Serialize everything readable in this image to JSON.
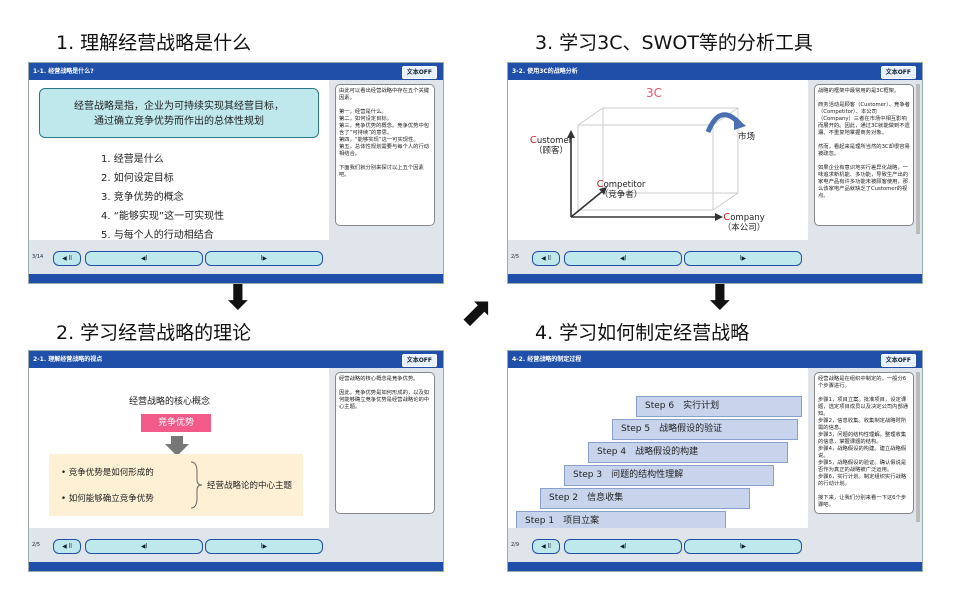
{
  "steps": [
    {
      "title": "1. 理解经营战略是什么"
    },
    {
      "title": "2. 学习经营战略的理论"
    },
    {
      "title": "3. 学习3C、SWOT等的分析工具"
    },
    {
      "title": "4. 学习如何制定经营战略"
    }
  ],
  "panels": {
    "p1": {
      "header": "1-1. 经营战略是什么?",
      "text_off": "文本OFF",
      "banner": "经营战略是指，企业为可持续实现其经营目标，\n通过确立竞争优势而作出的总体性规划",
      "list": [
        "1.  经营是什么",
        "2.  如何设定目标",
        "3.  竞争优势的概念",
        "4.  “能够实现”这一可实现性",
        "5.  与每个人的行动相结合"
      ],
      "note": "由此可以看出经营战略中存在五个关键因素。\n\n第一，经营是什么。\n第二，如何设定目标。\n第三，竞争优势的概念。竞争优势中包含了“可持续”的意思。\n第四，“能够实现”这一可实现性。\n第五，总体性规划需要与每个人的行动相结合。\n\n下面我们就分别来探讨以上五个因素吧。",
      "page": "3/14",
      "play": "◀ ll",
      "prev": "◀l",
      "next": "l▶"
    },
    "p2": {
      "header": "2-1. 理解经营战略的视点",
      "text_off": "文本OFF",
      "core_title": "经营战略的核心概念",
      "pink": "竞争优势",
      "bullets": [
        "竞争优势是如何形成的",
        "如何能够确立竞争优势"
      ],
      "central": "经营战略论的中心主题",
      "note": "经营战略的核心概念是竞争优势。\n\n因此，竞争优势是如何形成的，以及如何能够确立竞争优势是经营战略论的中心主题。",
      "page": "2/5",
      "play": "◀ ll",
      "prev": "◀l",
      "next": "l▶"
    },
    "p3": {
      "header": "3-2. 使用3C的战略分析",
      "text_off": "文本OFF",
      "title3c": "3C",
      "market": "市场",
      "customer": "ustomer\n（顾客）",
      "competitor": "ompetitor\n（竞争者）",
      "company": "ompany\n（本公司）",
      "c_letter": "C",
      "note": "战略的框架中最常用的是3C框架。\n\n商务活动是顾客（Customer）、竞争者（Competitor）、本公司（Company）三者在市场中相互影响而展开的。因此，通过3C就能做到不遗漏、不重复地掌握商务对象。\n\n然而，看起来是理所当然的3C却很容易被疏忽。\n\n如果企业有意识地实行差异化战略，一味追求新机能、多功能，导致生产出的家电产品有许多功能未被顾客使用，那么该家电产品就缺乏了Customer的视点。",
      "page": "2/5",
      "play": "◀ ll",
      "prev": "◀l",
      "next": "l▶"
    },
    "p4": {
      "header": "4-2. 经营战略的制定过程",
      "text_off": "文本OFF",
      "stairs": [
        "Step 1　项目立案",
        "Step 2　信息收集",
        "Step 3　问题的结构性理解",
        "Step 4　战略假设的构建",
        "Step 5　战略假设的验证",
        "Step 6　实行计划"
      ],
      "note": "经营战略是在组织中制定的，一般分6个步骤进行。\n\n步骤1，项目立案。批准项目，设定课题，选定项目成员以及决定公司内部通知。\n步骤2，信息收集。收集制定战略时所需的信息。\n步骤3，问题的结构性理解。整理收集的信息，掌握课题的结构。\n步骤4，战略假设的构建。建立战略假说。\n步骤5，战略假设的验证。确认假说是否作为真正的战略被广泛运用。\n步骤6，实行计划。制定组织实行战略的行动计划。\n\n接下来，让我们分别来看一下这6个步骤吧。",
      "page": "2/9",
      "play": "◀ ll",
      "prev": "◀l",
      "next": "l▶"
    }
  },
  "arrows": {
    "down1": "⬇",
    "diag": "⬈",
    "down2": "⬇"
  }
}
